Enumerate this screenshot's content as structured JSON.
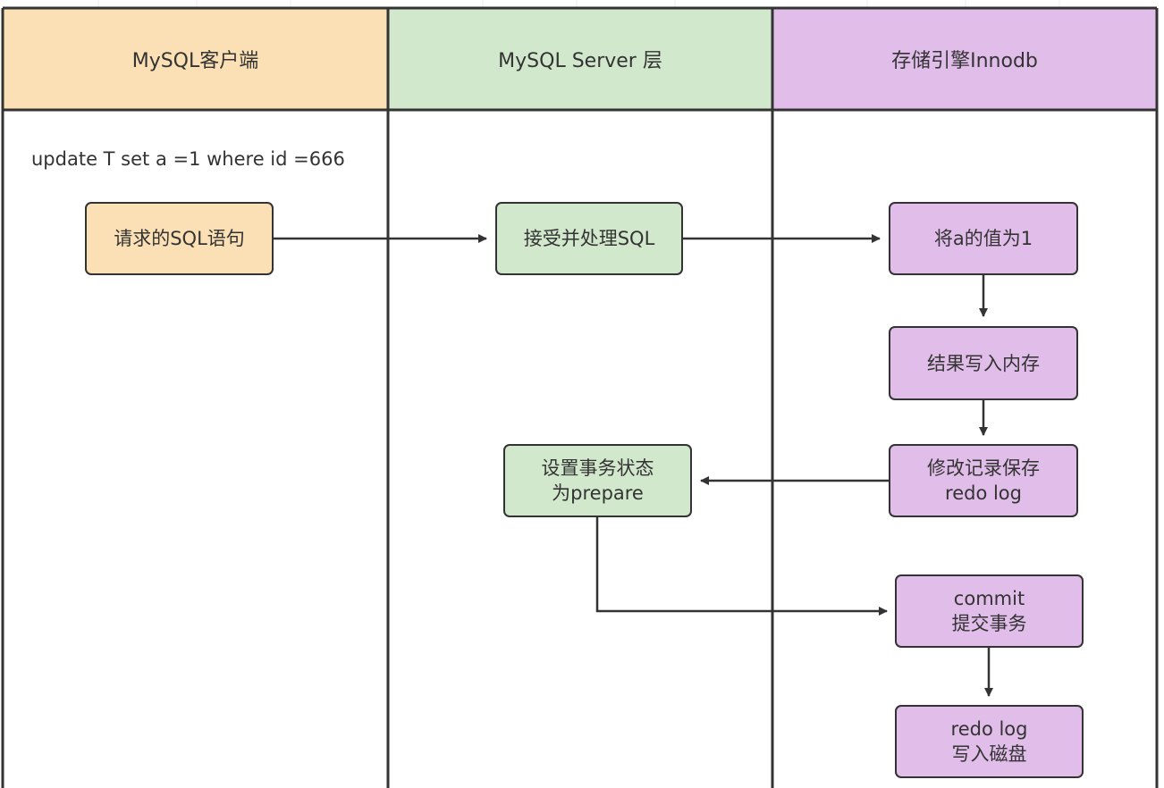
{
  "lanes": {
    "client": {
      "title": "MySQL客户端",
      "color": "#fae0b4"
    },
    "server": {
      "title": "MySQL Server 层",
      "color": "#d2e8cd"
    },
    "engine": {
      "title": "存储引擎Innodb",
      "color": "#e1bde9"
    }
  },
  "sql_statement": "update T set a =1 where id =666",
  "nodes": {
    "request": {
      "line1": "请求的SQL语句"
    },
    "accept": {
      "line1": "接受并处理SQL"
    },
    "set_value": {
      "line1": "将a的值为1"
    },
    "write_memory": {
      "line1": "结果写入内存"
    },
    "save_redo": {
      "line1": "修改记录保存",
      "line2": "redo log"
    },
    "prepare": {
      "line1": "设置事务状态",
      "line2": "为prepare"
    },
    "commit": {
      "line1": "commit",
      "line2": "提交事务"
    },
    "flush": {
      "line1": "redo log",
      "line2": "写入磁盘"
    }
  },
  "colors": {
    "stroke": "#333333",
    "orange": "#fae0b4",
    "green": "#d2e8cd",
    "purple": "#e1bde9"
  }
}
